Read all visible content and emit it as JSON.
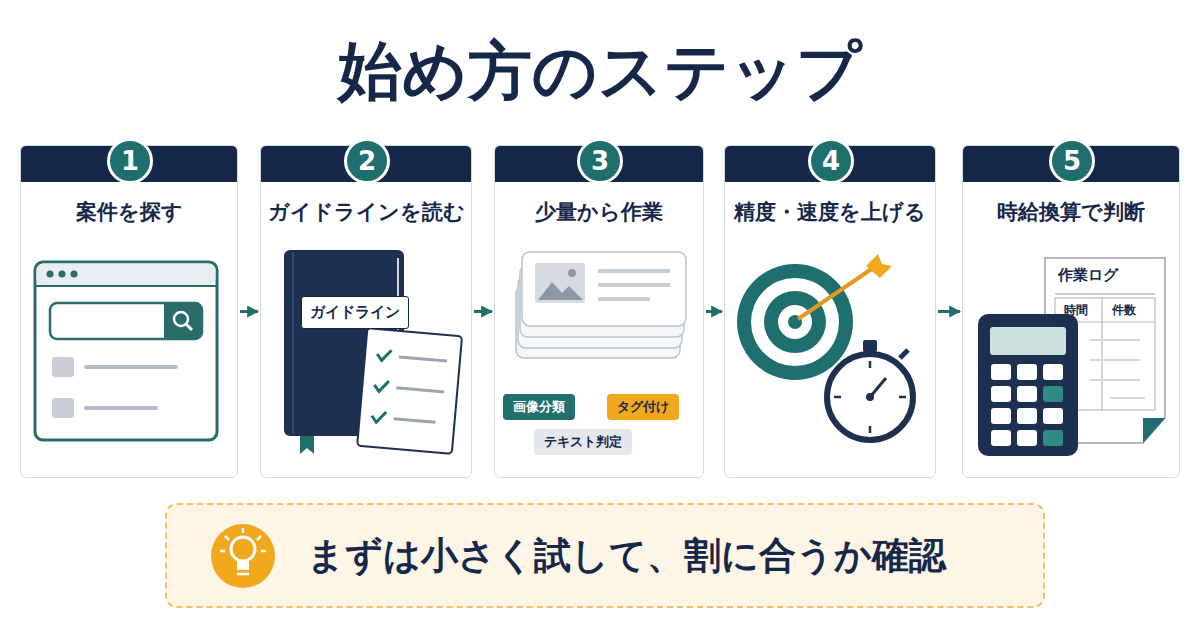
{
  "diagram": {
    "title": "始め方のステップ",
    "nodes": [
      {
        "text": [
          "案件を探す"
        ]
      },
      {
        "text": [
          "1"
        ],
        "in": 0
      },
      {
        "text": [
          "ガイドラインを読む"
        ]
      },
      {
        "text": [
          "2"
        ],
        "in": 2
      },
      {
        "text": [
          "ガイドライン"
        ],
        "in": 2
      },
      {
        "text": [
          "少量から作業"
        ]
      },
      {
        "text": [
          "3"
        ],
        "in": 5
      },
      {
        "text": [
          "画像分類"
        ],
        "in": 5
      },
      {
        "text": [
          "タグ付け"
        ],
        "in": 5
      },
      {
        "text": [
          "テキスト判定"
        ],
        "in": 5
      },
      {
        "text": [
          "精度・速度を上げる"
        ]
      },
      {
        "text": [
          "4"
        ],
        "in": 10
      },
      {
        "text": [
          "時給換算で判断"
        ]
      },
      {
        "text": [
          "5"
        ],
        "in": 12
      },
      {
        "text": [
          "まずは小さく試して、割に合うか確認"
        ]
      }
    ],
    "edges": [
      {
        "from": 0,
        "to": 2,
        "arrow": "to"
      },
      {
        "from": 2,
        "to": 5,
        "arrow": "to"
      },
      {
        "from": 5,
        "to": 10,
        "arrow": "to"
      },
      {
        "from": 10,
        "to": 12,
        "arrow": "to"
      }
    ],
    "labels": [
      "作業ログ",
      "時間",
      "件数"
    ]
  }
}
